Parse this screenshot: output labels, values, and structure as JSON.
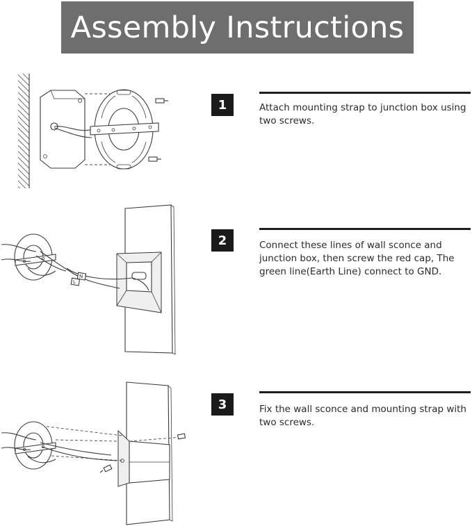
{
  "header": {
    "title": "Assembly Instructions"
  },
  "steps": [
    {
      "number": "1",
      "text": "Attach mounting strap to junction box using two screws."
    },
    {
      "number": "2",
      "text": "Connect these lines of wall sconce and junction box, then screw the red cap, The green line(Earth Line) connect to GND."
    },
    {
      "number": "3",
      "text": "Fix the wall sconce and mounting strap with two screws."
    }
  ],
  "wire_labels": {
    "n": "N",
    "l": "L"
  }
}
